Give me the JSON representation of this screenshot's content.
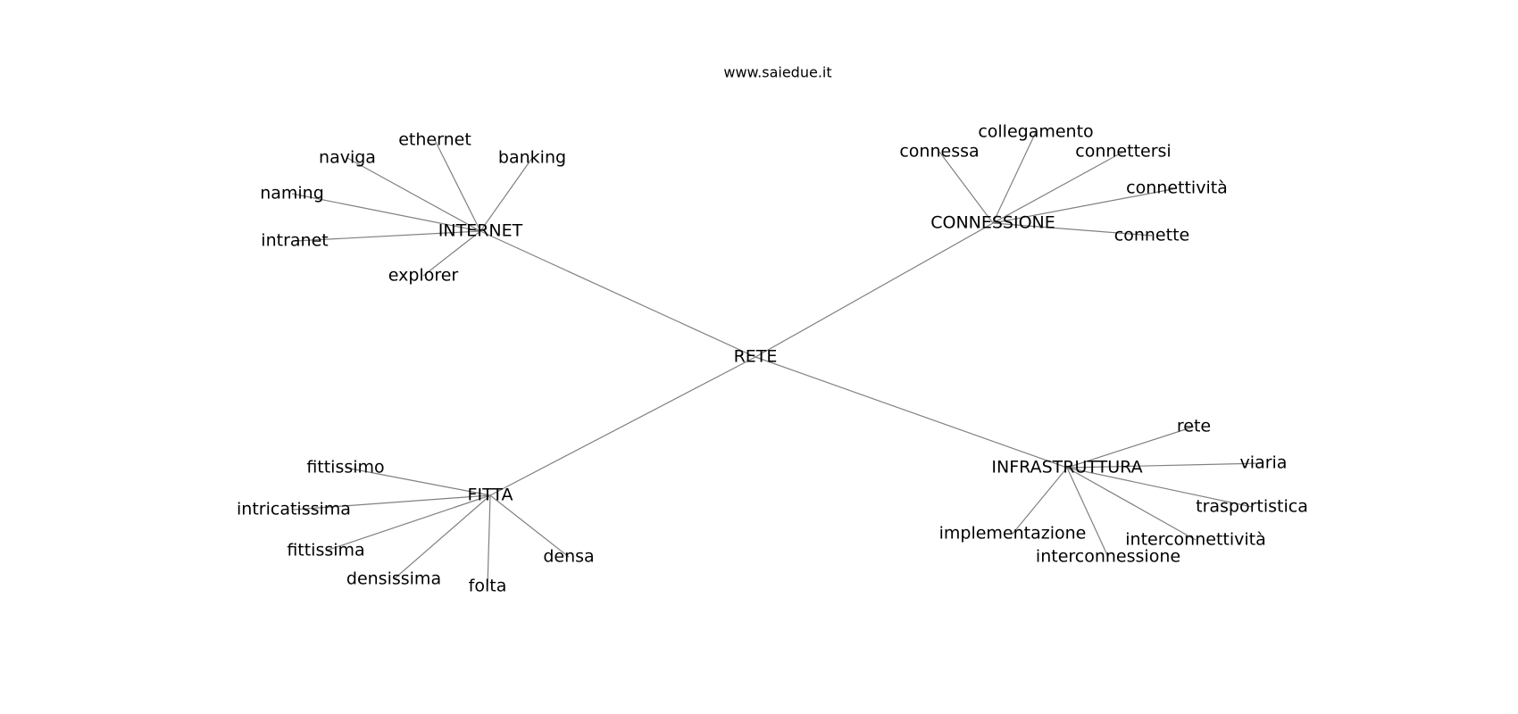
{
  "watermark": "www.saiedue.it",
  "center": "RETE",
  "clusters": [
    {
      "hub": "INTERNET",
      "leaves": [
        "banking",
        "ethernet",
        "naviga",
        "naming",
        "intranet",
        "explorer"
      ]
    },
    {
      "hub": "CONNESSIONE",
      "leaves": [
        "collegamento",
        "connessa",
        "connettersi",
        "connettività",
        "connette"
      ]
    },
    {
      "hub": "FITTA",
      "leaves": [
        "fittissimo",
        "intricatissima",
        "fittissima",
        "densissima",
        "folta",
        "densa"
      ]
    },
    {
      "hub": "INFRASTRUTTURA",
      "leaves": [
        "rete",
        "viaria",
        "trasportistica",
        "interconnettività",
        "interconnessione",
        "implementazione"
      ]
    }
  ],
  "colors": {
    "edge": "#808080",
    "text": "#000000",
    "background": "#ffffff"
  }
}
